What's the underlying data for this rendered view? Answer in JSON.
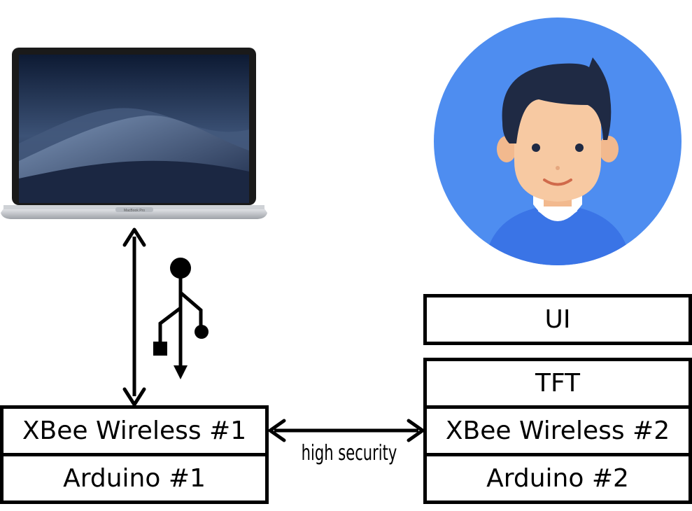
{
  "left_stack": {
    "top_label": "XBee Wireless #1",
    "bottom_label": "Arduino #1"
  },
  "right_stack": {
    "ui_label": "UI",
    "tft_label": "TFT",
    "xbee_label": "XBee Wireless #2",
    "arduino_label": "Arduino #2"
  },
  "connection": {
    "label": "high security"
  },
  "icons": {
    "laptop": "laptop-icon",
    "laptop_model_text": "MacBook Pro",
    "user": "user-avatar-icon",
    "usb": "usb-icon"
  },
  "colors": {
    "avatar_bg": "#4e8df0",
    "shirt": "#3a74e6",
    "hair": "#1f2a44",
    "skin": "#f7c9a2"
  }
}
